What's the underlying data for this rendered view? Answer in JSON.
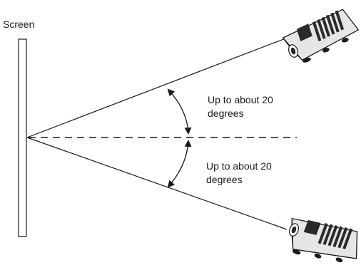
{
  "diagram": {
    "screen_label": "Screen",
    "upper_angle": {
      "line1": "Up to about 20",
      "line2": "degrees"
    },
    "lower_angle": {
      "line1": "Up to about 20",
      "line2": "degrees"
    },
    "colors": {
      "line": "#1a1a1a",
      "projector_body": "#e6e6e6",
      "projector_dark": "#2a2a2a",
      "background": "#ffffff"
    },
    "icons": [
      "projector-icon-top",
      "projector-icon-bottom",
      "angle-arrow-icon"
    ]
  }
}
